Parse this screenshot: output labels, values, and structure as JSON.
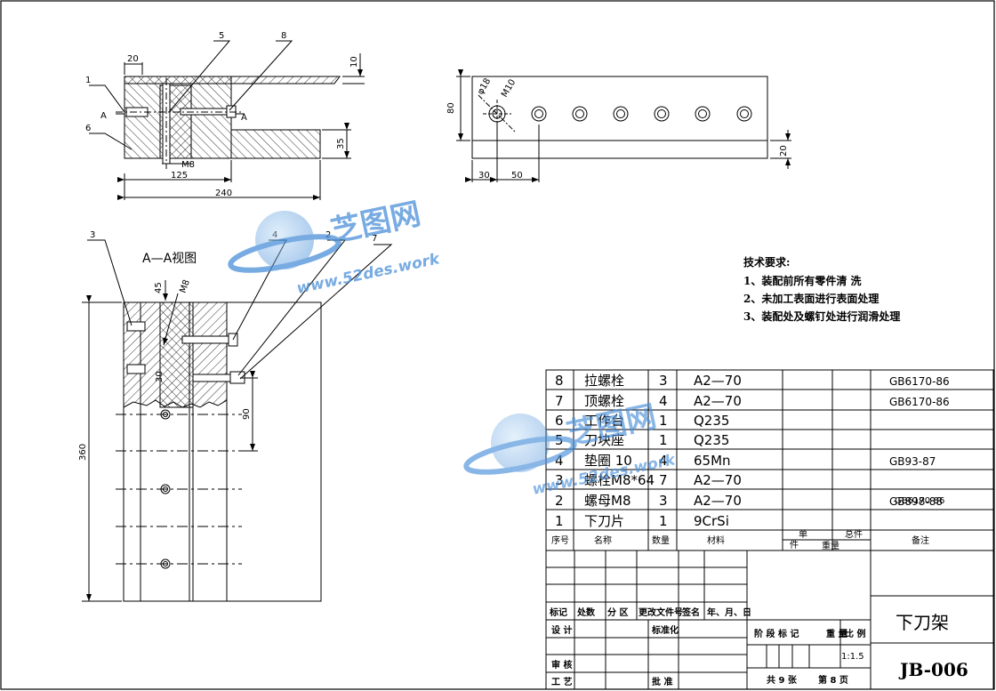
{
  "front_view": {
    "balloons": [
      "1",
      "5",
      "8",
      "6"
    ],
    "dims": {
      "d20": "20",
      "d10": "10",
      "d35": "35",
      "d125": "125",
      "d240": "240",
      "m8": "M8"
    },
    "section_marks": [
      "A",
      "A"
    ]
  },
  "side_view": {
    "dims": {
      "phi18": "φ18",
      "m10": "M10",
      "d80": "80",
      "d20": "20",
      "d30": "30",
      "d50": "50"
    }
  },
  "section_view": {
    "title": "A—A视图",
    "balloons": [
      "3",
      "4",
      "2",
      "7"
    ],
    "dims": {
      "d45": "45",
      "m8": "M8",
      "d90": "90",
      "d360": "360",
      "d30": "30"
    }
  },
  "tech_requirements": {
    "heading": "技术要求:",
    "items": [
      "1、装配前所有零件清 洗",
      "2、未加工表面进行表面处理",
      "3、装配处及螺钉处进行润滑处理"
    ]
  },
  "parts_list": {
    "rows": [
      {
        "no": "8",
        "name": "拉螺栓",
        "qty": "3",
        "material": "A2—70",
        "note": "GB6170-86"
      },
      {
        "no": "7",
        "name": "顶螺栓",
        "qty": "4",
        "material": "A2—70",
        "note": "GB6170-86"
      },
      {
        "no": "6",
        "name": "工作台",
        "qty": "1",
        "material": "Q235",
        "note": ""
      },
      {
        "no": "5",
        "name": "刀块座",
        "qty": "1",
        "material": "Q235",
        "note": ""
      },
      {
        "no": "4",
        "name": "垫圈 10",
        "qty": "4",
        "material": "65Mn",
        "note": "GB93-87"
      },
      {
        "no": "3",
        "name": "螺栓M8*64",
        "qty": "7",
        "material": "A2—70",
        "note": ""
      },
      {
        "no": "2",
        "name": "螺母M8",
        "qty": "3",
        "material": "A2—70",
        "note": "GB898-88"
      },
      {
        "no": "1",
        "name": "下刀片",
        "qty": "1",
        "material": "9CrSi",
        "note": ""
      }
    ],
    "note_overlap": "GB6170-86",
    "header": {
      "no": "序号",
      "name": "名称",
      "qty": "数量",
      "material": "材料",
      "unit": "单",
      "piece": "件",
      "total": "总件",
      "weight": "重量",
      "note": "备注"
    }
  },
  "title_block": {
    "rev_labels": [
      "标记",
      "处数",
      "分 区",
      "更改文件号",
      "签名",
      "年、月、日"
    ],
    "design": "设 计",
    "standard": "标准化",
    "review": "审 核",
    "process": "工 艺",
    "approve": "批 准",
    "stage_labels": [
      "阶 段 标 记",
      "重 量",
      "比 例"
    ],
    "scale": "1:1.5",
    "sheets": "共 9 张",
    "sheet_no": "第 8 页",
    "drawing_name": "下刀架",
    "drawing_number": "JB-006"
  },
  "watermark": {
    "text": "芝图网",
    "url": "www.52des.work"
  },
  "colors": {
    "line": "#000000",
    "watermark": "#4a90d9"
  }
}
